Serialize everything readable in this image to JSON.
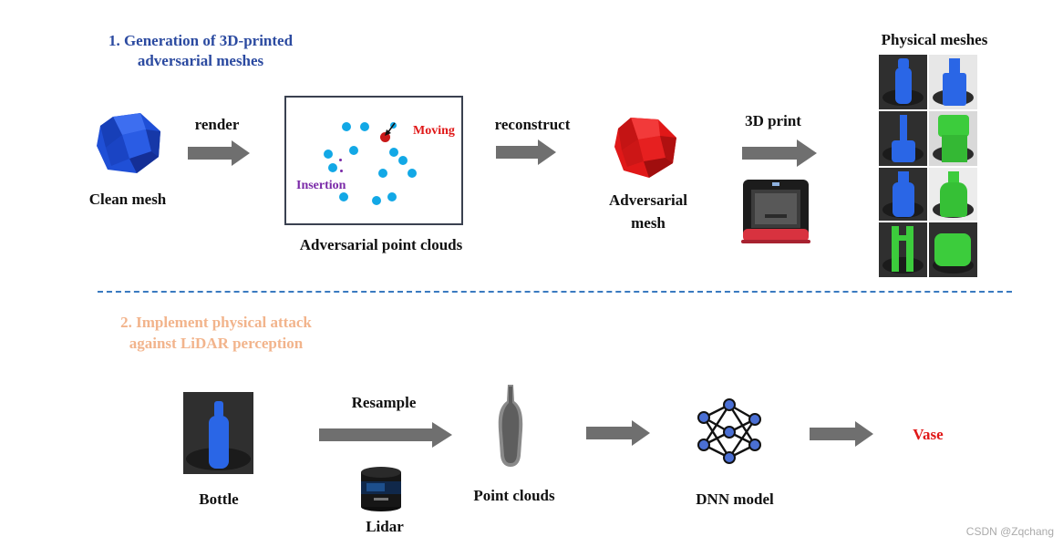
{
  "section1": {
    "title_line1": "1. Generation of  3D-printed",
    "title_line2": "adversarial meshes"
  },
  "section2": {
    "title_line1": "2. Implement physical attack",
    "title_line2": "against LiDAR perception"
  },
  "top_flow": {
    "clean_mesh_label": "Clean mesh",
    "render_label": "render",
    "point_cloud_box": {
      "moving_label": "Moving",
      "insertion_label": "Insertion",
      "caption": "Adversarial point clouds"
    },
    "reconstruct_label": "reconstruct",
    "adversarial_mesh_line1": "Adversarial",
    "adversarial_mesh_line2": "mesh",
    "print_label": "3D print",
    "physical_meshes_label": "Physical meshes"
  },
  "bottom_flow": {
    "bottle_label": "Bottle",
    "resample_label": "Resample",
    "lidar_label": "Lidar",
    "point_clouds_label": "Point clouds",
    "dnn_label": "DNN model",
    "prediction_label": "Vase"
  },
  "colors": {
    "section1_title": "#2b4aa0",
    "section2_title": "#f2b48c",
    "clean_mesh": "#1f4fd6",
    "adversarial_mesh": "#e01818",
    "point": "#12a8e6",
    "moving": "#e01818",
    "insertion": "#7a2aa8",
    "prediction": "#e01818",
    "arrow": "#6f6f6f",
    "divider": "#3a7ac0"
  },
  "watermark": "CSDN @Zqchang"
}
